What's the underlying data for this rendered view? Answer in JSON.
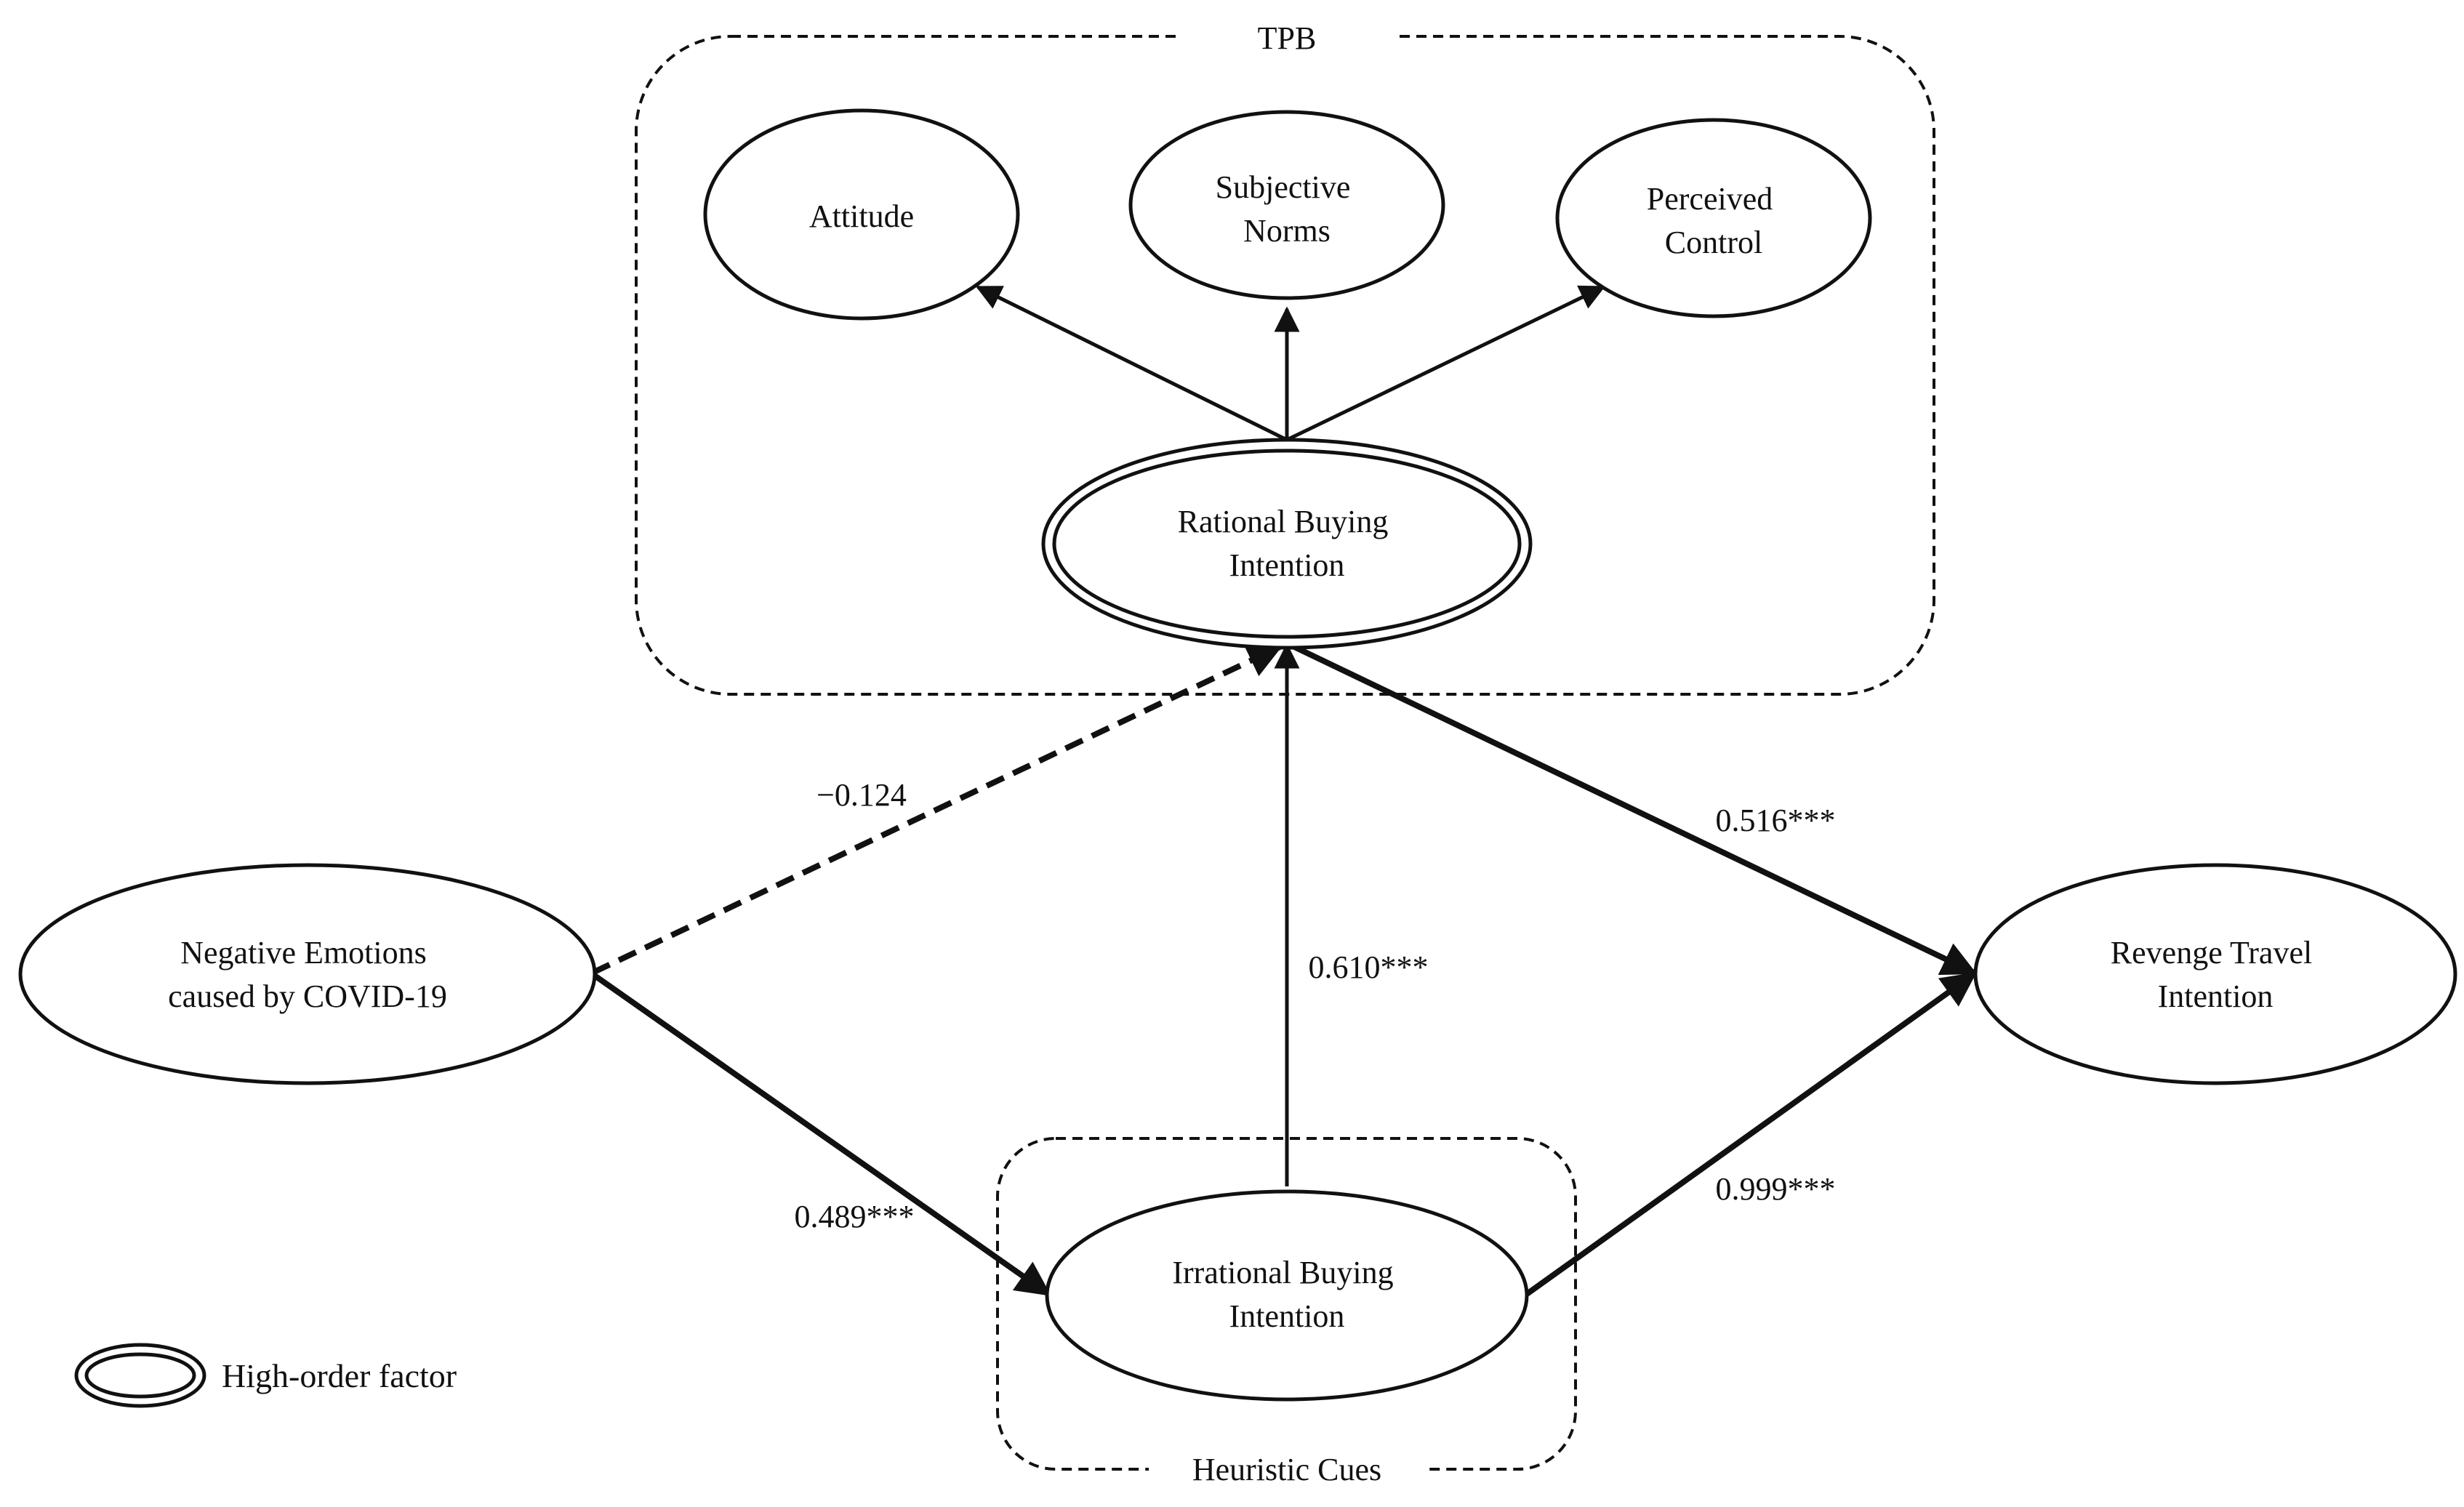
{
  "groups": {
    "tpb": {
      "label": "TPB"
    },
    "heuristic": {
      "label": "Heuristic Cues"
    }
  },
  "nodes": {
    "attitude": {
      "lines": [
        "Attitude"
      ]
    },
    "subjective_norms": {
      "lines": [
        "Subjective",
        "Norms"
      ]
    },
    "perceived_control": {
      "lines": [
        "Perceived",
        "Control"
      ]
    },
    "rational": {
      "lines": [
        "Rational Buying",
        "Intention"
      ],
      "high_order": true
    },
    "negative": {
      "lines": [
        "Negative Emotions",
        "caused by COVID-19"
      ]
    },
    "irrational": {
      "lines": [
        "Irrational Buying",
        "Intention"
      ]
    },
    "revenge": {
      "lines": [
        "Revenge Travel",
        "Intention"
      ]
    }
  },
  "paths": {
    "neg_to_rational": {
      "coef": "−0.124",
      "significant": false
    },
    "irrational_to_rational": {
      "coef": "0.610***",
      "significant": true
    },
    "rational_to_revenge": {
      "coef": "0.516***",
      "significant": true
    },
    "neg_to_irrational": {
      "coef": "0.489***",
      "significant": true
    },
    "irrational_to_revenge": {
      "coef": "0.999***",
      "significant": true
    }
  },
  "legend": {
    "label": "High-order factor"
  },
  "colors": {
    "line": "#111111",
    "background": "#ffffff"
  }
}
